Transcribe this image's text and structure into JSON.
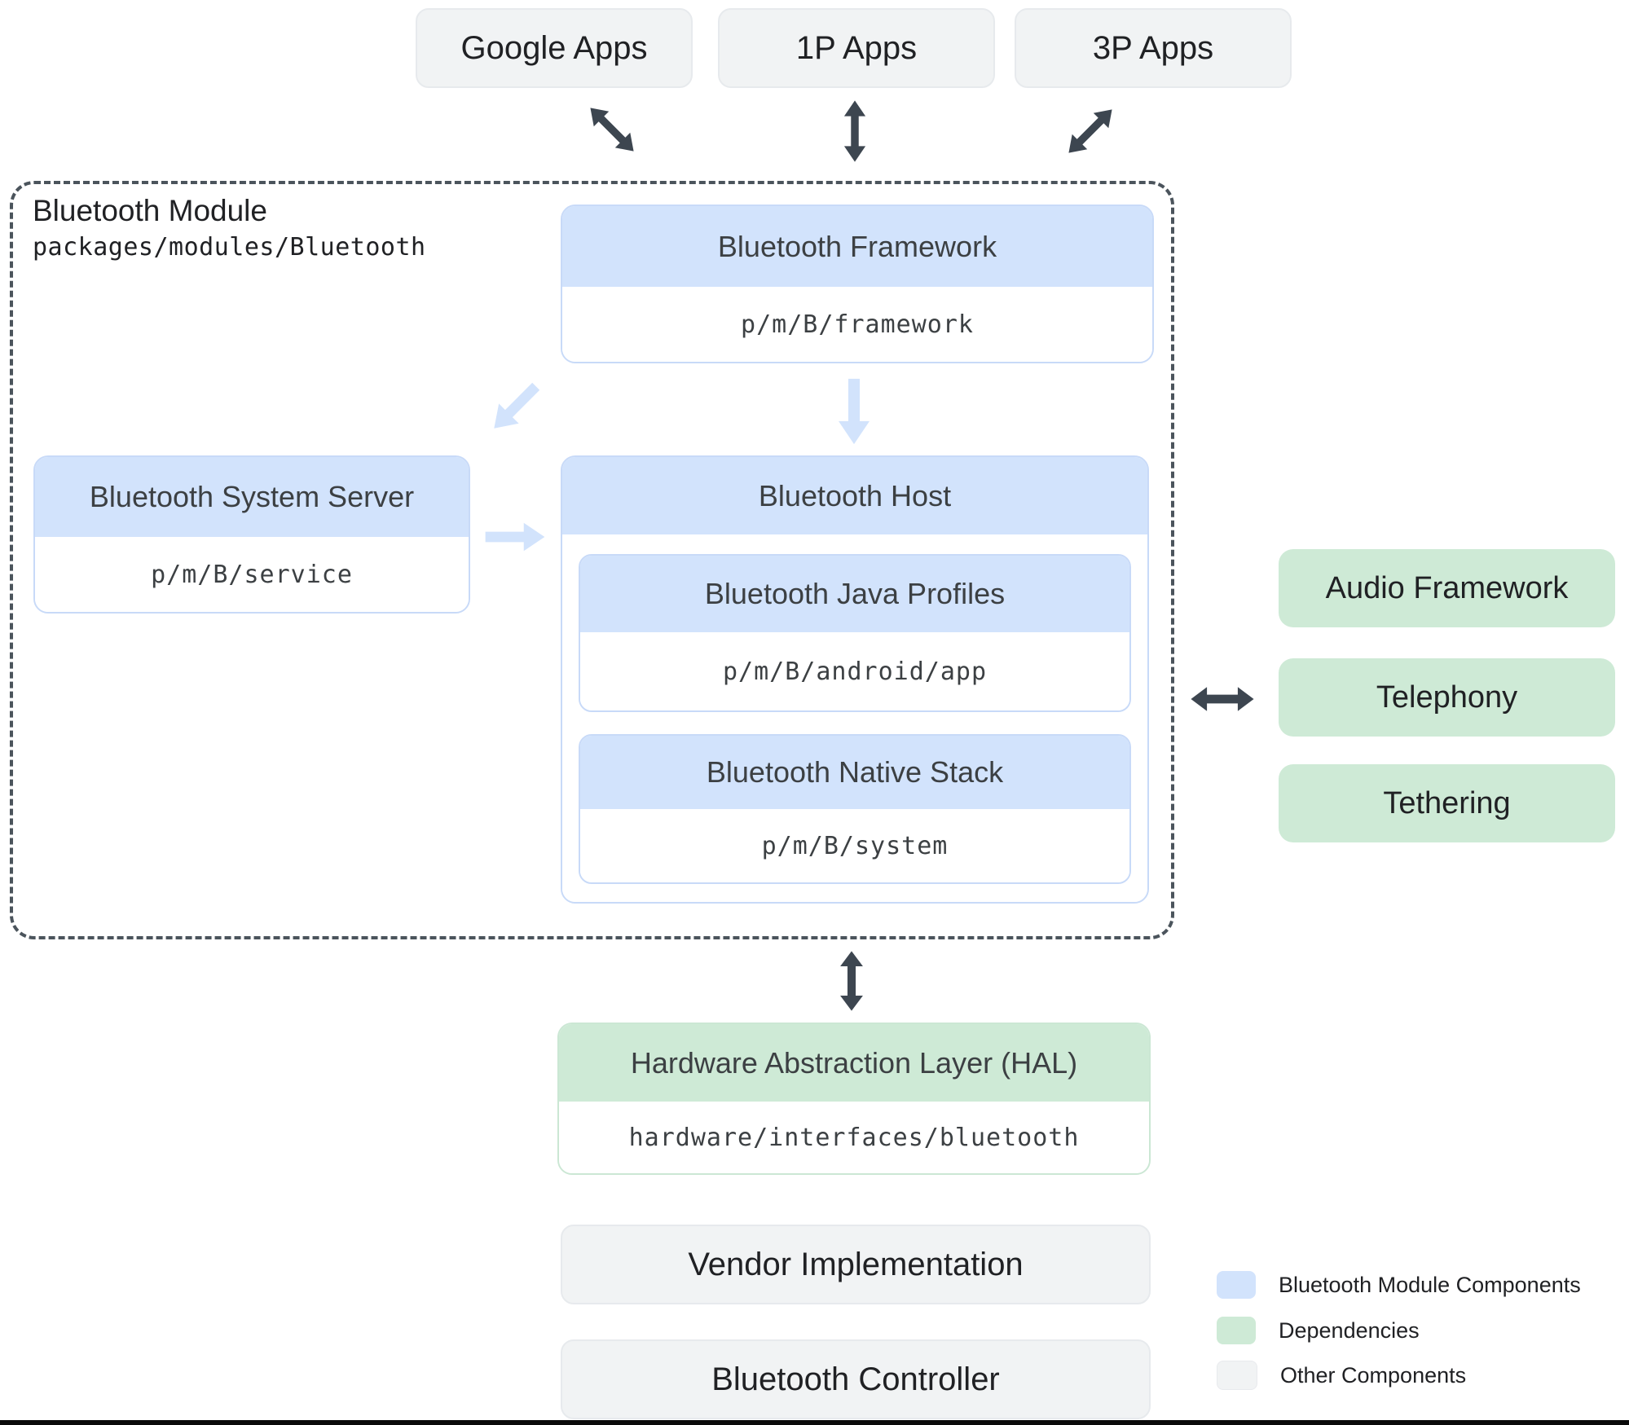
{
  "colors": {
    "bluetooth_module_fill": "#d2e3fc",
    "dependency_fill": "#ceead6",
    "other_fill": "#f1f3f4",
    "dark_arrow": "#3d4650",
    "light_arrow": "#d2e3fc"
  },
  "top_apps": [
    {
      "label": "Google Apps"
    },
    {
      "label": "1P Apps"
    },
    {
      "label": "3P Apps"
    }
  ],
  "bluetooth_module": {
    "title": "Bluetooth Module",
    "path": "packages/modules/Bluetooth",
    "framework": {
      "title": "Bluetooth Framework",
      "path": "p/m/B/framework"
    },
    "system_server": {
      "title": "Bluetooth System Server",
      "path": "p/m/B/service"
    },
    "host": {
      "title": "Bluetooth Host",
      "java_profiles": {
        "title": "Bluetooth Java Profiles",
        "path": "p/m/B/android/app"
      },
      "native_stack": {
        "title": "Bluetooth Native Stack",
        "path": "p/m/B/system"
      }
    }
  },
  "dependencies": [
    {
      "label": "Audio Framework"
    },
    {
      "label": "Telephony"
    },
    {
      "label": "Tethering"
    }
  ],
  "hal": {
    "title": "Hardware Abstraction Layer (HAL)",
    "path": "hardware/interfaces/bluetooth"
  },
  "other_components": [
    {
      "label": "Vendor Implementation"
    },
    {
      "label": "Bluetooth Controller"
    }
  ],
  "legend": [
    {
      "label": "Bluetooth Module Components",
      "color": "#d2e3fc"
    },
    {
      "label": "Dependencies",
      "color": "#ceead6"
    },
    {
      "label": "Other Components",
      "color": "#f1f3f4"
    }
  ],
  "icons": {
    "app_link_arrows": "double-headed-arrow",
    "module_internal_arrows": "single-headed-arrow",
    "dependencies_arrow": "double-headed-arrow",
    "hal_arrow": "double-headed-arrow"
  }
}
